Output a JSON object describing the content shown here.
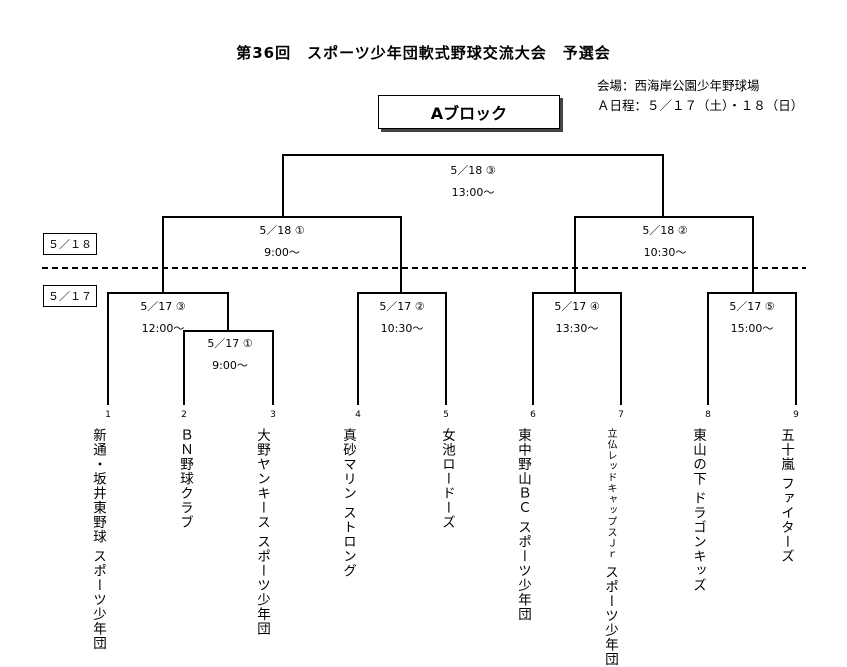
{
  "title": "第36回　スポーツ少年団軟式野球交流大会　予選会",
  "venue": {
    "place": "会場：西海岸公園少年野球場",
    "dates": "Ａ日程：５／１７（土）・１８（日）"
  },
  "block_label": "Aブロック",
  "day_labels": {
    "day2": "５／１８",
    "day1": "５／１７"
  },
  "matches": {
    "final": {
      "date": "5／18 ③",
      "time": "13:00～"
    },
    "semi_left": {
      "date": "5／18 ①",
      "time": "9:00～"
    },
    "semi_right": {
      "date": "5／18 ②",
      "time": "10:30～"
    },
    "r1_3": {
      "date": "5／17 ③",
      "time": "12:00～"
    },
    "r1_1": {
      "date": "5／17 ①",
      "time": "9:00～"
    },
    "r1_2": {
      "date": "5／17 ②",
      "time": "10:30～"
    },
    "r1_4": {
      "date": "5／17 ④",
      "time": "13:30～"
    },
    "r1_5": {
      "date": "5／17 ⑤",
      "time": "15:00～"
    }
  },
  "teams": [
    {
      "num": "1",
      "line1": "新通・坂井東野球",
      "line2": "スポーツ少年団"
    },
    {
      "num": "2",
      "line1": "ＢＮ野球クラブ",
      "line2": ""
    },
    {
      "num": "3",
      "line1": "大野ヤンキース",
      "line2": "スポーツ少年団"
    },
    {
      "num": "4",
      "line1": "真砂マリン",
      "line2": "ストロング"
    },
    {
      "num": "5",
      "line1": "女池ロードーズ",
      "line2": ""
    },
    {
      "num": "6",
      "line1": "東中野山ＢＣ",
      "line2": "スポーツ少年団"
    },
    {
      "num": "7",
      "line1": "立仏レッドキャップスＪｒ",
      "line2": "スポーツ少年団"
    },
    {
      "num": "8",
      "line1": "東山の下",
      "line2": "ドラゴンキッズ"
    },
    {
      "num": "9",
      "line1": "五十嵐",
      "line2": "ファイターズ"
    }
  ]
}
